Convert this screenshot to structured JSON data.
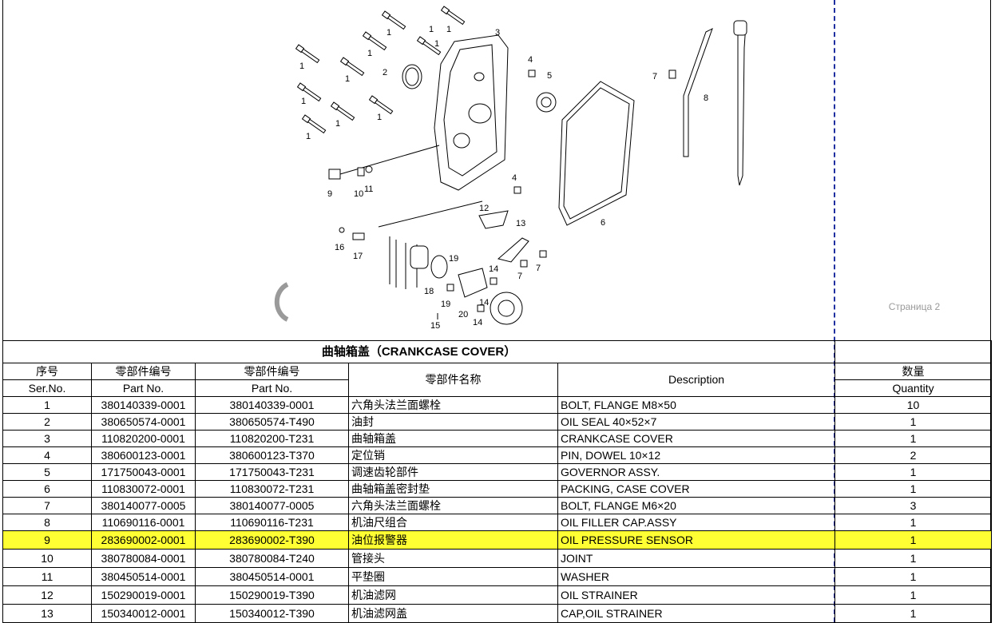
{
  "diagram": {
    "callouts": [
      "1",
      "1",
      "1",
      "1",
      "1",
      "1",
      "1",
      "1",
      "1",
      "1",
      "1",
      "2",
      "3",
      "4",
      "4",
      "5",
      "6",
      "7",
      "7",
      "7",
      "8",
      "9",
      "10",
      "11",
      "12",
      "13",
      "14",
      "14",
      "14",
      "15",
      "16",
      "17",
      "18",
      "19",
      "19",
      "20"
    ],
    "page_label": "Страница 2"
  },
  "table": {
    "title": "曲轴箱盖（CRANKCASE COVER）",
    "headers": {
      "ser_cn": "序号",
      "ser_en": "Ser.No.",
      "part1_cn": "零部件编号",
      "part1_en": "Part No.",
      "part2_cn": "零部件编号",
      "part2_en": "Part No.",
      "name_cn": "零部件名称",
      "desc": "Description",
      "qty_cn": "数量",
      "qty_en": "Quantity"
    },
    "rows": [
      {
        "ser": "1",
        "part1": "380140339-0001",
        "part2": "380140339-0001",
        "name": "六角头法兰面螺栓",
        "desc": "BOLT, FLANGE M8×50",
        "qty": "10"
      },
      {
        "ser": "2",
        "part1": "380650574-0001",
        "part2": "380650574-T490",
        "name": "油封",
        "desc": "OIL SEAL 40×52×7",
        "qty": "1"
      },
      {
        "ser": "3",
        "part1": "110820200-0001",
        "part2": "110820200-T231",
        "name": "曲轴箱盖",
        "desc": "CRANKCASE COVER",
        "qty": "1"
      },
      {
        "ser": "4",
        "part1": "380600123-0001",
        "part2": "380600123-T370",
        "name": "定位销",
        "desc": "PIN, DOWEL 10×12",
        "qty": "2"
      },
      {
        "ser": "5",
        "part1": "171750043-0001",
        "part2": "171750043-T231",
        "name": "调速齿轮部件",
        "desc": "GOVERNOR ASSY.",
        "qty": "1"
      },
      {
        "ser": "6",
        "part1": "110830072-0001",
        "part2": "110830072-T231",
        "name": "曲轴箱盖密封垫",
        "desc": "PACKING, CASE COVER",
        "qty": "1"
      },
      {
        "ser": "7",
        "part1": "380140077-0005",
        "part2": "380140077-0005",
        "name": "六角头法兰面螺栓",
        "desc": "BOLT, FLANGE M6×20",
        "qty": "3"
      },
      {
        "ser": "8",
        "part1": "110690116-0001",
        "part2": "110690116-T231",
        "name": "机油尺组合",
        "desc": "OIL FILLER CAP.ASSY",
        "qty": "1"
      },
      {
        "ser": "9",
        "part1": "283690002-0001",
        "part2": "283690002-T390",
        "name": "油位报警器",
        "desc": "OIL PRESSURE SENSOR",
        "qty": "1"
      },
      {
        "ser": "10",
        "part1": "380780084-0001",
        "part2": "380780084-T240",
        "name": "管接头",
        "desc": "JOINT",
        "qty": "1"
      },
      {
        "ser": "11",
        "part1": "380450514-0001",
        "part2": "380450514-0001",
        "name": "平垫圈",
        "desc": "WASHER",
        "qty": "1"
      },
      {
        "ser": "12",
        "part1": "150290019-0001",
        "part2": "150290019-T390",
        "name": "机油滤网",
        "desc": "OIL STRAINER",
        "qty": "1"
      },
      {
        "ser": "13",
        "part1": "150340012-0001",
        "part2": "150340012-T390",
        "name": "机油滤网盖",
        "desc": "CAP,OIL STRAINER",
        "qty": "1"
      }
    ],
    "highlight_color": "#ffff33"
  }
}
